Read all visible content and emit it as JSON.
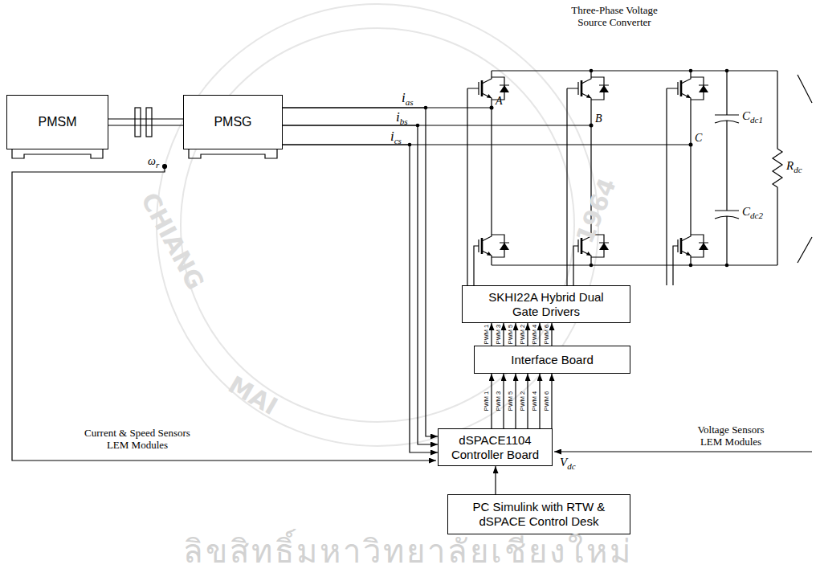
{
  "diagram": {
    "nodes": [
      {
        "text": [
          "PMSM"
        ]
      },
      {
        "text": [
          "PMSG"
        ]
      },
      {
        "text": [
          "SKHI22A Hybrid Dual Gate Drivers"
        ]
      },
      {
        "text": [
          "Interface Board"
        ]
      },
      {
        "text": [
          "dSPACE1104 Controller Board"
        ]
      },
      {
        "text": [
          "PC Simulink with RTW & dSPACE Control Desk"
        ]
      }
    ],
    "edges": [
      {
        "from": 0,
        "to": 1,
        "arrow": "none"
      },
      {
        "from": 1,
        "to": 4,
        "arrow": "to"
      },
      {
        "from": 5,
        "to": 4,
        "arrow": "to"
      },
      {
        "from": 4,
        "to": 3,
        "arrow": "to"
      },
      {
        "from": 3,
        "to": 2,
        "arrow": "to"
      }
    ],
    "labels": [
      "Three-Phase Voltage Source Converter",
      "ias",
      "ibs",
      "ics",
      "A",
      "B",
      "C",
      "Cdc1",
      "Cdc2",
      "Rdc",
      "ωr",
      "Current & Speed Sensors LEM Modules",
      "Voltage Sensors LEM Modules",
      "Vdc",
      "PWM 1",
      "PWM 3",
      "PWM 5",
      "PWM 2",
      "PWM 4",
      "PWM 6",
      "PWM 1",
      "PWM 3",
      "PWM 5",
      "PWM 2",
      "PWM 4",
      "PWM 6",
      "CHIANG",
      "MAI",
      "1964",
      "ลิขสิทธิ์มหาวิทยาลัยเชียงใหม่"
    ]
  }
}
